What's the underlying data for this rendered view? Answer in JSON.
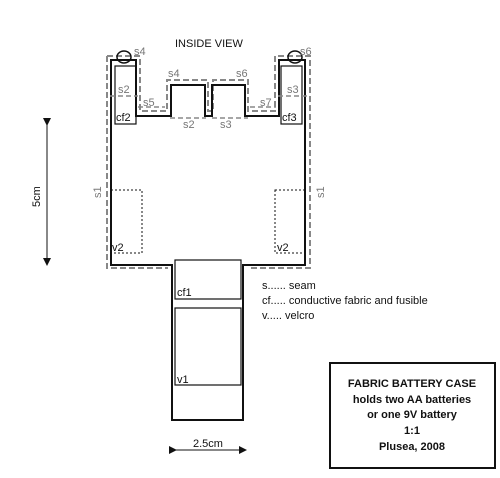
{
  "diagram": {
    "view_title": "INSIDE VIEW",
    "seams": {
      "s1_left": "s1",
      "s1_right": "s1",
      "s2_left": "s2",
      "s2_mid": "s2",
      "s3_mid": "s3",
      "s3_right": "s3",
      "s4_left": "s4",
      "s4_mid": "s4",
      "s5": "s5",
      "s6_mid": "s6",
      "s6_right": "s6",
      "s7": "s7"
    },
    "regions": {
      "cf2": "cf2",
      "cf3": "cf3",
      "cf1": "cf1",
      "v1": "v1",
      "v2_left": "v2",
      "v2_right": "v2"
    },
    "dimensions": {
      "height": "5cm",
      "width": "2.5cm"
    },
    "legend": [
      "s...... seam",
      "cf..... conductive fabric and fusible",
      "v..... velcro"
    ],
    "info_box": {
      "line1": "FABRIC BATTERY CASE",
      "line2": "holds two AA batteries",
      "line3": "or one 9V battery",
      "line4": "1:1",
      "line5": "Plusea, 2008"
    }
  }
}
